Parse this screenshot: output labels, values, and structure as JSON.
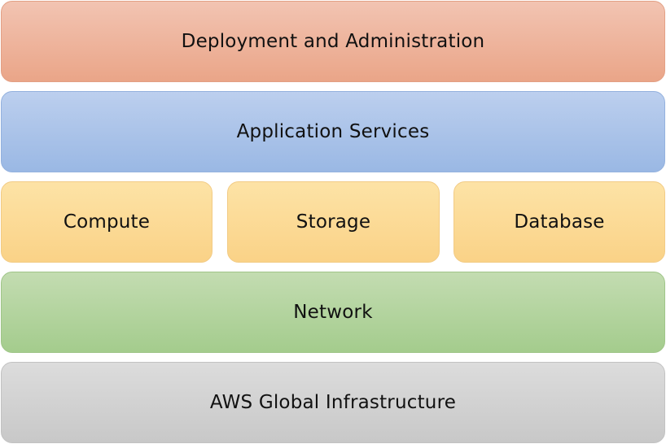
{
  "layers": {
    "deployment": {
      "label": "Deployment and Administration",
      "color": "#eaa588"
    },
    "application_services": {
      "label": "Application Services",
      "color": "#9ab8e4"
    },
    "compute": {
      "label": "Compute",
      "color": "#fad287"
    },
    "storage": {
      "label": "Storage",
      "color": "#fad287"
    },
    "database": {
      "label": "Database",
      "color": "#fad287"
    },
    "network": {
      "label": "Network",
      "color": "#a4cc8d"
    },
    "infrastructure": {
      "label": "AWS Global Infrastructure",
      "color": "#c8c8c8"
    }
  }
}
